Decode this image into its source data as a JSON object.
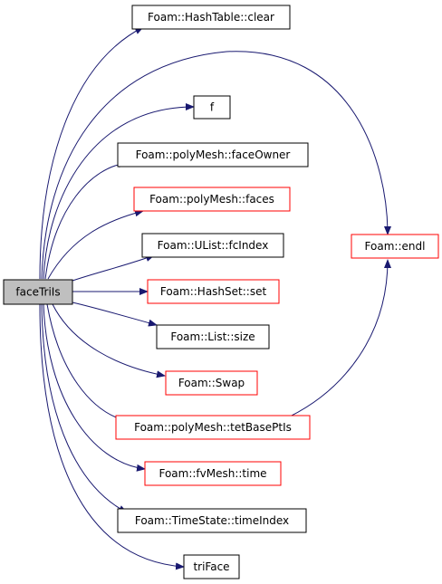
{
  "root": {
    "label": "faceTriIs",
    "fill": "#bfbfbf"
  },
  "nodes": [
    {
      "id": "hashtable-clear",
      "label": "Foam::HashTable::clear",
      "linked": false
    },
    {
      "id": "f",
      "label": "f",
      "linked": false
    },
    {
      "id": "faceowner",
      "label": "Foam::polyMesh::faceOwner",
      "linked": false
    },
    {
      "id": "faces",
      "label": "Foam::polyMesh::faces",
      "linked": true
    },
    {
      "id": "fcindex",
      "label": "Foam::UList::fcIndex",
      "linked": false
    },
    {
      "id": "hashset-set",
      "label": "Foam::HashSet::set",
      "linked": true
    },
    {
      "id": "list-size",
      "label": "Foam::List::size",
      "linked": false
    },
    {
      "id": "swap",
      "label": "Foam::Swap",
      "linked": true
    },
    {
      "id": "tetbaseptis",
      "label": "Foam::polyMesh::tetBasePtIs",
      "linked": true
    },
    {
      "id": "fvmesh-time",
      "label": "Foam::fvMesh::time",
      "linked": true
    },
    {
      "id": "timeindex",
      "label": "Foam::TimeState::timeIndex",
      "linked": false
    },
    {
      "id": "triface",
      "label": "triFace",
      "linked": false
    },
    {
      "id": "endl",
      "label": "Foam::endl",
      "linked": true
    }
  ],
  "colors": {
    "edge": "#191970",
    "linked_border": "#ff0000",
    "plain_border": "#000000"
  }
}
